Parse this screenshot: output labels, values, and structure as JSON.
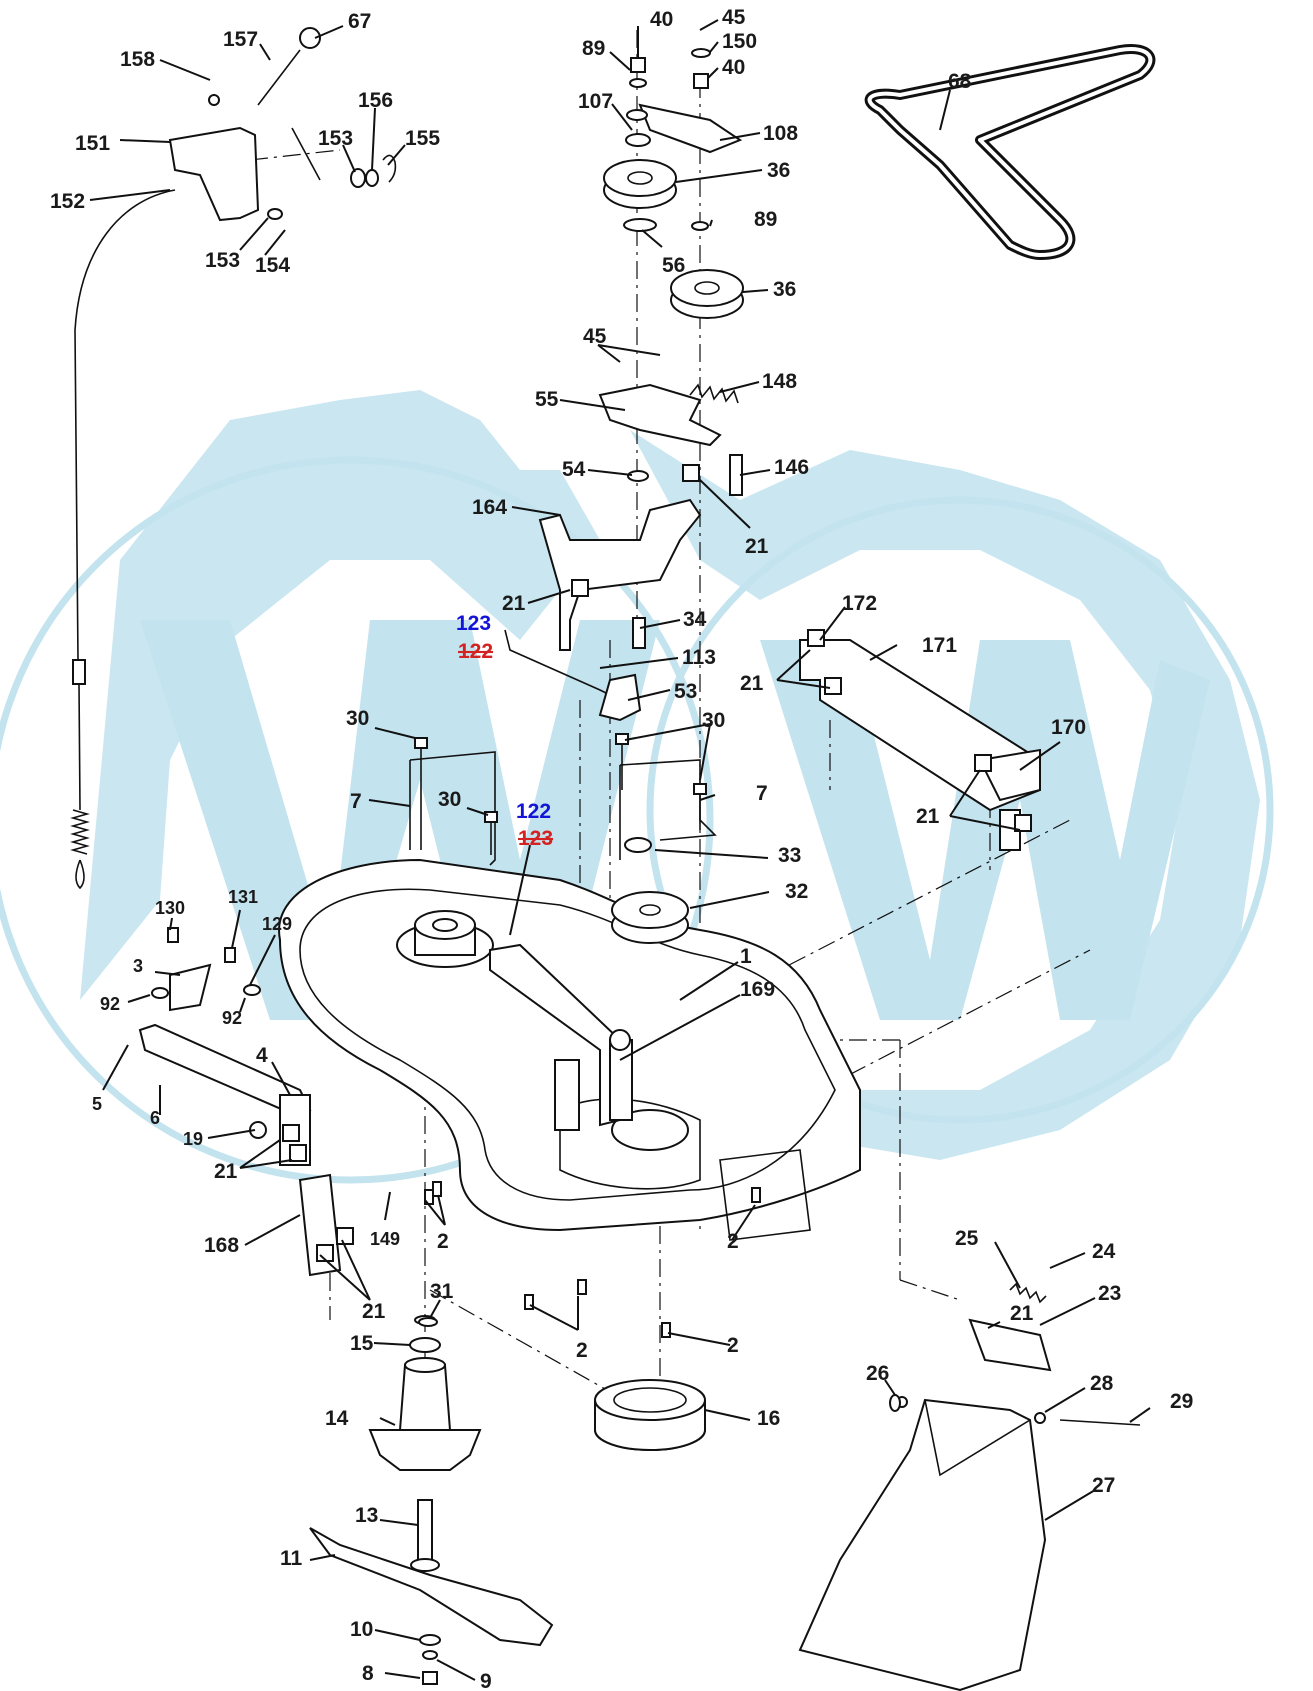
{
  "diagram": {
    "colors": {
      "watermark": "#c3e3ef",
      "line": "#111111",
      "label": "#1a1a1a",
      "added_label": "#1414d8",
      "removed_label": "#d42222"
    },
    "callouts": [
      {
        "id": "67",
        "text": "67"
      },
      {
        "id": "157",
        "text": "157"
      },
      {
        "id": "158",
        "text": "158"
      },
      {
        "id": "156",
        "text": "156"
      },
      {
        "id": "153a",
        "text": "153"
      },
      {
        "id": "155",
        "text": "155"
      },
      {
        "id": "151",
        "text": "151"
      },
      {
        "id": "152",
        "text": "152"
      },
      {
        "id": "153b",
        "text": "153"
      },
      {
        "id": "154",
        "text": "154"
      },
      {
        "id": "40a",
        "text": "40"
      },
      {
        "id": "45a",
        "text": "45"
      },
      {
        "id": "89a",
        "text": "89"
      },
      {
        "id": "150",
        "text": "150"
      },
      {
        "id": "40b",
        "text": "40"
      },
      {
        "id": "107",
        "text": "107"
      },
      {
        "id": "108",
        "text": "108"
      },
      {
        "id": "36a",
        "text": "36"
      },
      {
        "id": "89b",
        "text": "89"
      },
      {
        "id": "56",
        "text": "56"
      },
      {
        "id": "36b",
        "text": "36"
      },
      {
        "id": "68",
        "text": "68"
      },
      {
        "id": "45b",
        "text": "45"
      },
      {
        "id": "148",
        "text": "148"
      },
      {
        "id": "55",
        "text": "55"
      },
      {
        "id": "54",
        "text": "54"
      },
      {
        "id": "146",
        "text": "146"
      },
      {
        "id": "164",
        "text": "164"
      },
      {
        "id": "21a",
        "text": "21"
      },
      {
        "id": "21b",
        "text": "21"
      },
      {
        "id": "34",
        "text": "34"
      },
      {
        "id": "123a",
        "text": "123"
      },
      {
        "id": "122a",
        "text": "122"
      },
      {
        "id": "113",
        "text": "113"
      },
      {
        "id": "53",
        "text": "53"
      },
      {
        "id": "172",
        "text": "172"
      },
      {
        "id": "171",
        "text": "171"
      },
      {
        "id": "21c",
        "text": "21"
      },
      {
        "id": "30a",
        "text": "30"
      },
      {
        "id": "30b",
        "text": "30"
      },
      {
        "id": "170",
        "text": "170"
      },
      {
        "id": "7a",
        "text": "7"
      },
      {
        "id": "30c",
        "text": "30"
      },
      {
        "id": "122b",
        "text": "122"
      },
      {
        "id": "123b",
        "text": "123"
      },
      {
        "id": "7b",
        "text": "7"
      },
      {
        "id": "21d",
        "text": "21"
      },
      {
        "id": "33",
        "text": "33"
      },
      {
        "id": "32",
        "text": "32"
      },
      {
        "id": "130",
        "text": "130"
      },
      {
        "id": "131",
        "text": "131"
      },
      {
        "id": "129",
        "text": "129"
      },
      {
        "id": "3",
        "text": "3"
      },
      {
        "id": "92a",
        "text": "92"
      },
      {
        "id": "92b",
        "text": "92"
      },
      {
        "id": "1",
        "text": "1"
      },
      {
        "id": "169",
        "text": "169"
      },
      {
        "id": "4",
        "text": "4"
      },
      {
        "id": "5",
        "text": "5"
      },
      {
        "id": "6",
        "text": "6"
      },
      {
        "id": "19",
        "text": "19"
      },
      {
        "id": "21e",
        "text": "21"
      },
      {
        "id": "149",
        "text": "149"
      },
      {
        "id": "2a",
        "text": "2"
      },
      {
        "id": "168",
        "text": "168"
      },
      {
        "id": "2b",
        "text": "2"
      },
      {
        "id": "21f",
        "text": "21"
      },
      {
        "id": "31",
        "text": "31"
      },
      {
        "id": "25",
        "text": "25"
      },
      {
        "id": "24",
        "text": "24"
      },
      {
        "id": "23",
        "text": "23"
      },
      {
        "id": "21g",
        "text": "21"
      },
      {
        "id": "15",
        "text": "15"
      },
      {
        "id": "2c",
        "text": "2"
      },
      {
        "id": "2d",
        "text": "2"
      },
      {
        "id": "26",
        "text": "26"
      },
      {
        "id": "28",
        "text": "28"
      },
      {
        "id": "29",
        "text": "29"
      },
      {
        "id": "14",
        "text": "14"
      },
      {
        "id": "16",
        "text": "16"
      },
      {
        "id": "27",
        "text": "27"
      },
      {
        "id": "13",
        "text": "13"
      },
      {
        "id": "11",
        "text": "11"
      },
      {
        "id": "10",
        "text": "10"
      },
      {
        "id": "8",
        "text": "8"
      },
      {
        "id": "9",
        "text": "9"
      }
    ]
  }
}
